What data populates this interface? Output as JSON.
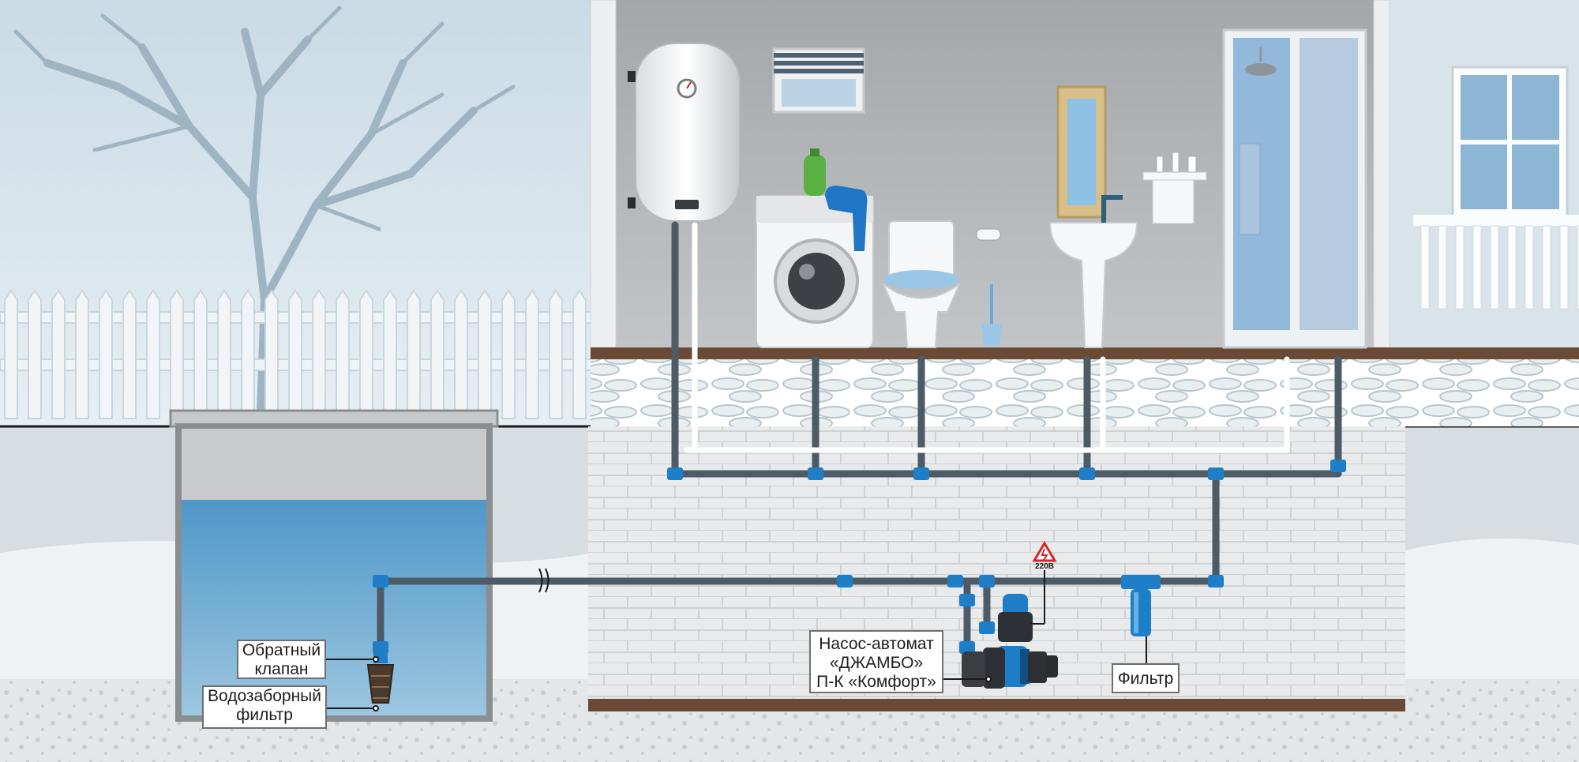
{
  "labels": {
    "check_valve": {
      "line1": "Обратный",
      "line2": "клапан"
    },
    "intake_filter": {
      "line1": "Водозаборный",
      "line2": "фильтр"
    },
    "pump": {
      "line1": "Насос-автомат",
      "line2": "«ДЖАМБО»",
      "line3": "П-К «Комфорт»"
    },
    "filter": "Фильтр",
    "voltage": "220В"
  },
  "colors": {
    "pipe_blue": "#1e7fc8",
    "pipe_grey": "#4d5b66",
    "water": "#5fa3cf",
    "wall": "#a9acaf",
    "floor": "#6b4a35",
    "hazard": "#d4262b"
  },
  "icons": [
    "water-heater-icon",
    "washing-machine-icon",
    "toilet-icon",
    "sink-icon",
    "shower-cabin-icon",
    "pump-icon",
    "filter-housing-icon",
    "hazard-sign-icon"
  ]
}
